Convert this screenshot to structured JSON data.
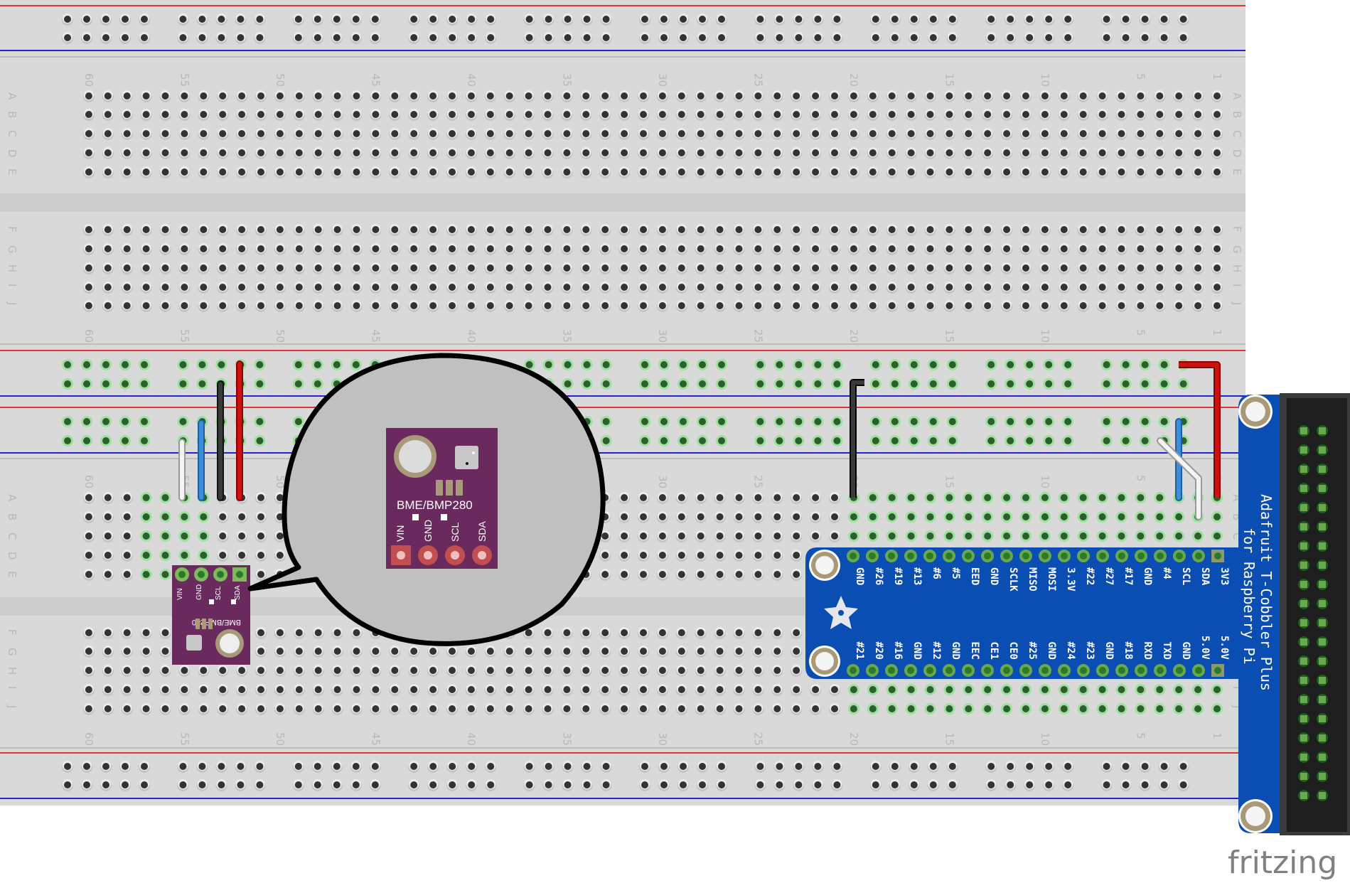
{
  "app": {
    "name": "Fritzing",
    "view": "Breadboard view",
    "logo_text": "fritzing"
  },
  "breadboard": {
    "column_numbers": [
      "60",
      "55",
      "50",
      "45",
      "40",
      "35",
      "30",
      "25",
      "20",
      "15",
      "10",
      "5",
      "1"
    ],
    "row_letters_top": [
      "A",
      "B",
      "C",
      "D",
      "E"
    ],
    "row_letters_bottom": [
      "F",
      "G",
      "H",
      "I",
      "J"
    ]
  },
  "sensor": {
    "name": "BME/BMP280",
    "pins": [
      "VIN",
      "GND",
      "SCL",
      "SDA"
    ],
    "colors": {
      "board": "#6b2a5e",
      "pad": "#c24f4f"
    }
  },
  "cobbler": {
    "title_line1": "Adafruit T-Cobbler Plus",
    "title_line2": "for Raspberry Pi",
    "top_pins": [
      "GND",
      "#26",
      "#19",
      "#13",
      "#6",
      "#5",
      "EED",
      "GND",
      "SCLK",
      "MISO",
      "MOSI",
      "3.3V",
      "#22",
      "#27",
      "#17",
      "GND",
      "#4",
      "SCL",
      "SDA",
      "3V3"
    ],
    "bottom_pins": [
      "#21",
      "#20",
      "#16",
      "GND",
      "#12",
      "GND",
      "EEC",
      "CE1",
      "CE0",
      "#25",
      "GND",
      "#24",
      "#23",
      "GND",
      "#18",
      "RXD",
      "TXD",
      "GND",
      "5.0V",
      "5.0V"
    ],
    "colors": {
      "board": "#0a4eb4",
      "header": "#1e1e1e"
    }
  },
  "wires": [
    {
      "name": "vin-wire",
      "color": "#cc1111",
      "connects": [
        "sensor VIN",
        "+ rail"
      ]
    },
    {
      "name": "gnd-wire",
      "color": "#333333",
      "connects": [
        "sensor GND",
        "- rail"
      ]
    },
    {
      "name": "scl-wire",
      "color": "#3b8ad8",
      "connects": [
        "sensor SCL",
        "SCL"
      ]
    },
    {
      "name": "sda-wire",
      "color": "#e8e8e8",
      "connects": [
        "sensor SDA",
        "SDA"
      ]
    },
    {
      "name": "cobbler-gnd-wire",
      "color": "#333333",
      "connects": [
        "cobbler GND",
        "- rail"
      ]
    },
    {
      "name": "cobbler-3v3-wire",
      "color": "#cc1111",
      "connects": [
        "cobbler 3V3",
        "+ rail"
      ]
    },
    {
      "name": "cobbler-scl-wire",
      "color": "#3b8ad8",
      "connects": [
        "cobbler SCL",
        "SCL rail"
      ]
    },
    {
      "name": "cobbler-sda-wire",
      "color": "#e8e8e8",
      "connects": [
        "cobbler SDA",
        "SDA rail"
      ]
    }
  ]
}
